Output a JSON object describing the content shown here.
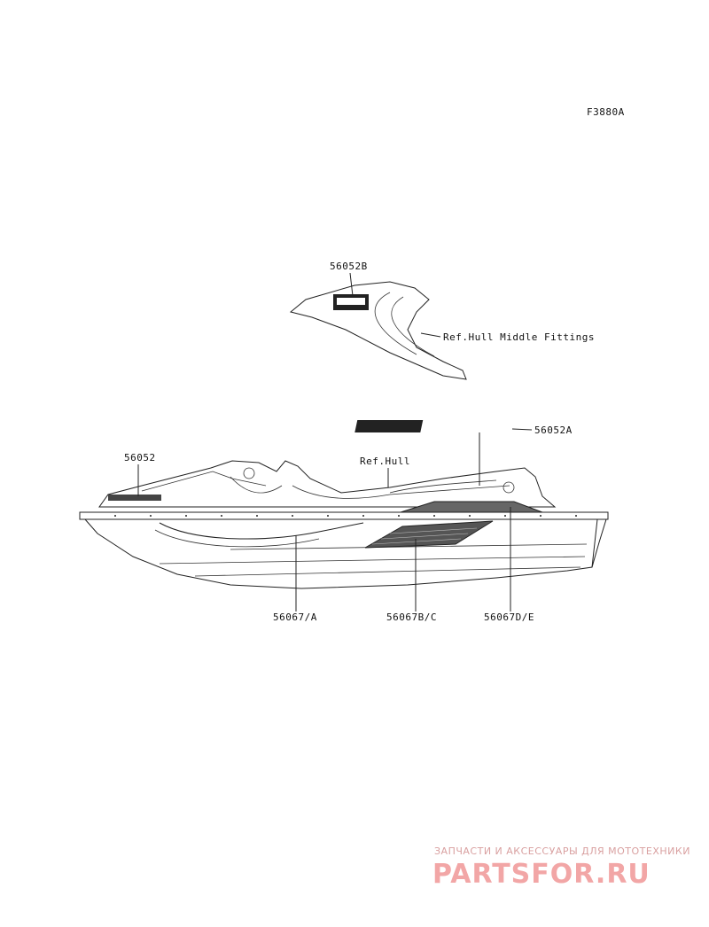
{
  "figure_code": "F3880A",
  "callouts": {
    "upper_decal": "56052B",
    "hull_middle_ref": "Ref.Hull Middle Fittings",
    "rear_logo": "56052A",
    "front_logo": "56052",
    "hull_ref": "Ref.Hull",
    "side_stripe_a": "56067/A",
    "side_stripe_bc": "56067B/C",
    "side_stripe_de": "56067D/E"
  },
  "watermark": {
    "tagline": "ЗАПЧАСТИ И АКСЕССУАРЫ ДЛЯ МОТОТЕХНИКИ",
    "brand": "PARTSFOR.RU",
    "color": "#f2a6a6"
  }
}
